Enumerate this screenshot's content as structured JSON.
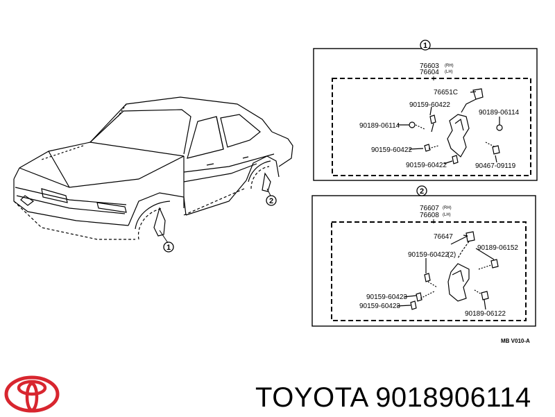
{
  "diagram": {
    "callouts": {
      "one": "1",
      "two": "2"
    },
    "panel_1": {
      "parts": {
        "rh": "76603",
        "lh": "76604",
        "clip": "76651C",
        "screw_a": "90159-60422",
        "screw_b": "90159-60422",
        "screw_c": "90159-60422",
        "grommet_left": "90189-06114",
        "grommet_right": "90189-06114",
        "nut": "90467-09119"
      },
      "side_rh": "(RH)",
      "side_lh": "(LH)"
    },
    "panel_2": {
      "parts": {
        "rh": "76607",
        "lh": "76608",
        "clip": "76647",
        "screw_a": "90159-60422",
        "screw_b": "90159-60423",
        "screw_c": "90159-60423",
        "grommet_right": "90189-06152",
        "grommet_lower": "90189-06122"
      },
      "qty_note": "(2)",
      "side_rh": "(RH)",
      "side_lh": "(LH)"
    },
    "figure_code": "MB  V010-A"
  },
  "footer": {
    "brand": "TOYOTA",
    "part_number": "9018906114",
    "logo_color": "#d8262f"
  }
}
